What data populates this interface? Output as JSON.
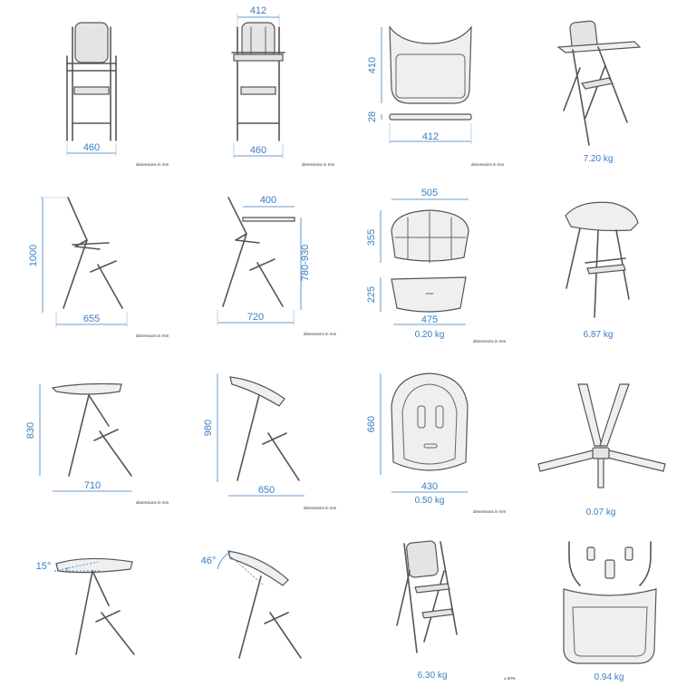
{
  "units_note": "dimensions in mm",
  "tolerance_note": "± 20%",
  "colors": {
    "accent": "#3a7ebf",
    "line": "#555555",
    "fill": "#e4e4e4"
  },
  "panels": {
    "front_chair": {
      "width": "460"
    },
    "front_chair_tray": {
      "width_top": "412",
      "width_bottom": "460"
    },
    "tray_top": {
      "height": "410",
      "thickness": "28",
      "width": "412"
    },
    "iso_with_tray": {
      "weight": "7.20 kg"
    },
    "side_chair": {
      "height": "1000",
      "depth": "655"
    },
    "side_with_tray": {
      "tray_reach": "400",
      "height": "780-930",
      "depth": "720"
    },
    "cushion_set": {
      "top_width": "505",
      "top_height": "355",
      "bottom_height": "225",
      "bottom_width": "475",
      "weight": "0.20 kg"
    },
    "iso_newborn": {
      "weight": "6.87 kg"
    },
    "newborn_side_low": {
      "height": "830",
      "depth": "710"
    },
    "newborn_side_high": {
      "height": "980",
      "depth": "650"
    },
    "newborn_insert": {
      "height": "660",
      "width": "430",
      "weight": "0.50 kg"
    },
    "harness": {
      "weight": "0.07 kg"
    },
    "recline_low": {
      "angle": "15°"
    },
    "recline_high": {
      "angle": "46°"
    },
    "iso_chair": {
      "weight": "6.30 kg"
    },
    "tray_parts": {
      "weight": "0.94 kg"
    }
  }
}
